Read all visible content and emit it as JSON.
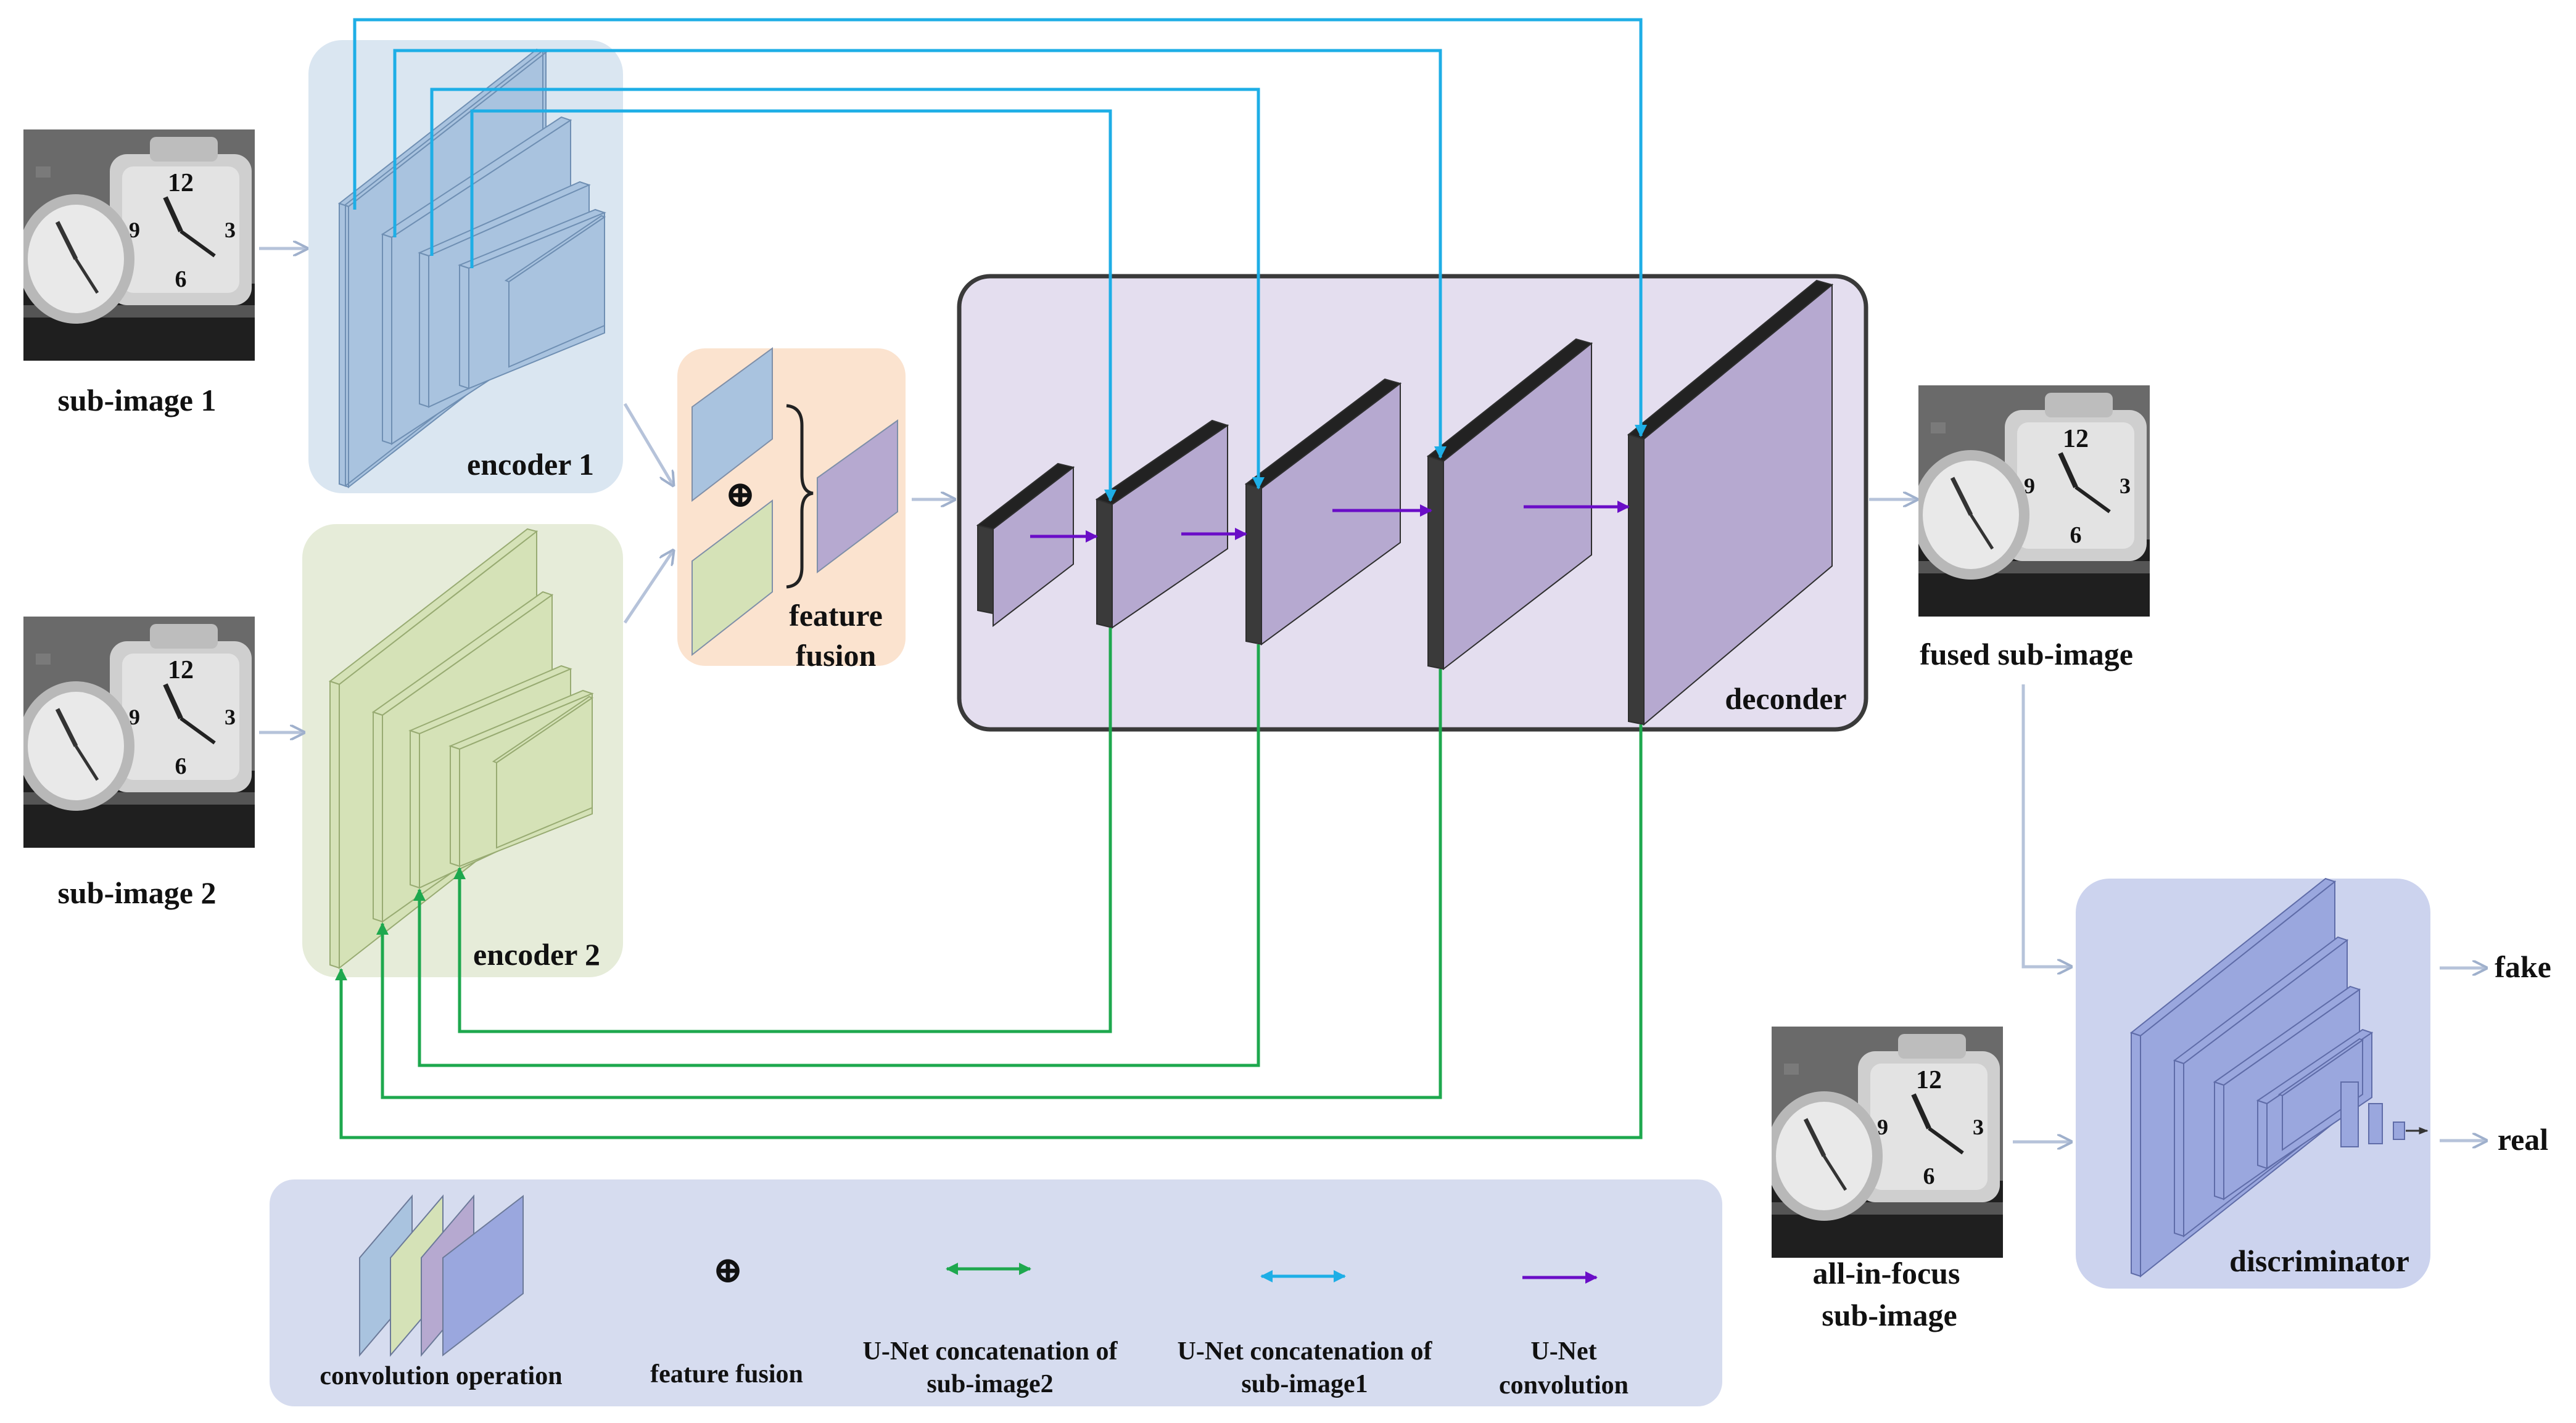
{
  "labels": {
    "sub_image_1": "sub-image 1",
    "sub_image_2": "sub-image 2",
    "encoder_1": "encoder 1",
    "encoder_2": "encoder 2",
    "feature_fusion_line1": "feature",
    "feature_fusion_line2": "fusion",
    "decoder": "deconder",
    "fused_sub_image": "fused sub-image",
    "all_in_focus_line1": "all-in-focus",
    "all_in_focus_line2": "sub-image",
    "discriminator": "discriminator",
    "fake": "fake",
    "real": "real",
    "fusion_symbol": "⊕"
  },
  "legend": {
    "convolution": "convolution operation",
    "feature_fusion": "feature fusion",
    "concat2_line1": "U-Net concatenation of",
    "concat2_line2": "sub-image2",
    "concat1_line1": "U-Net concatenation of",
    "concat1_line2": "sub-image1",
    "unet_conv_line1": "U-Net",
    "unet_conv_line2": "convolution",
    "fusion_symbol": "⊕"
  },
  "colors": {
    "encoder1_panel": "#dae6f1",
    "encoder1_block": "#a9c3df",
    "encoder2_panel": "#e6ecd9",
    "encoder2_block": "#d5e2b7",
    "fusion_panel": "#fbe3cf",
    "decoder_panel": "#e4deef",
    "decoder_block": "#b6a9d0",
    "discriminator_panel": "#ccd3ee",
    "discriminator_block": "#9aa7de",
    "legend_panel": "#d6dcef",
    "concat_sub_image1": "#1eaee6",
    "concat_sub_image2": "#1ea84e",
    "unet_convolution": "#6a0dc7",
    "flow_arrow": "#b6c3da"
  },
  "icons": [
    "clock-photo",
    "concat-arrow",
    "fusion-circle-plus",
    "conv-block"
  ]
}
